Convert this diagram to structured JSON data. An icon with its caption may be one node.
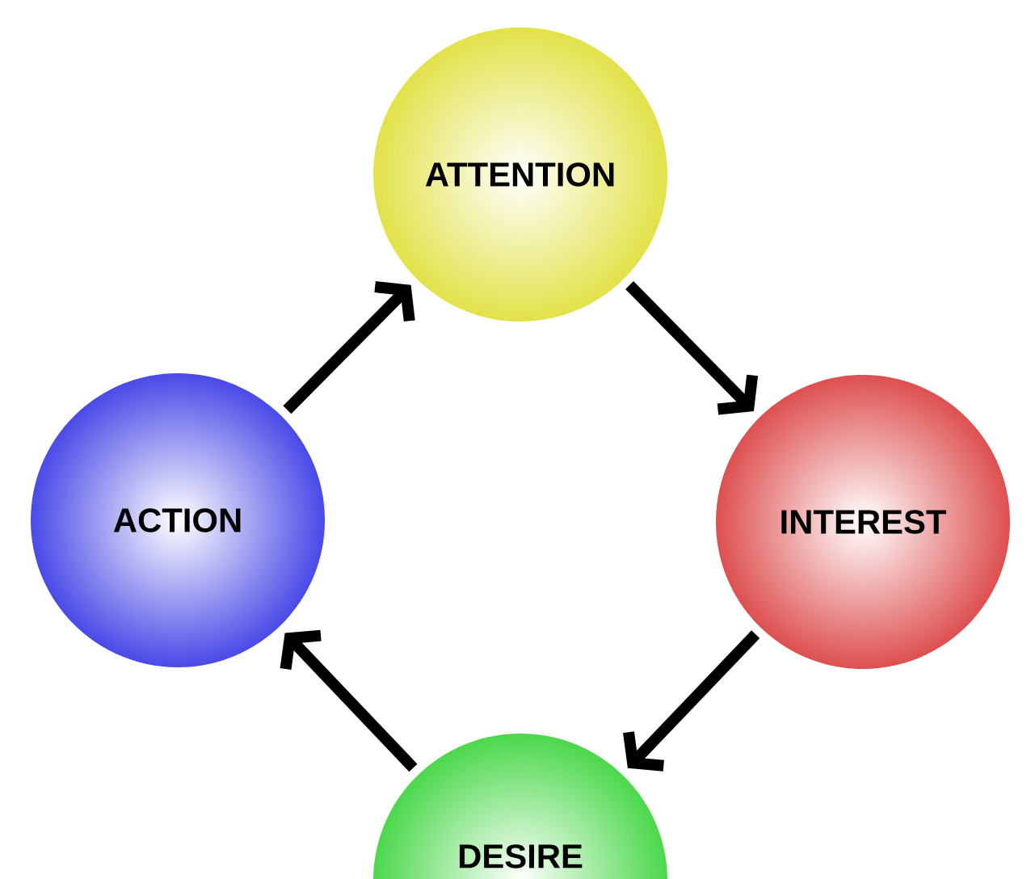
{
  "diagram": {
    "nodes": [
      {
        "text": [
          "ATTENTION"
        ]
      },
      {
        "text": [
          "INTEREST"
        ]
      },
      {
        "text": [
          "DESIRE"
        ]
      },
      {
        "text": [
          "ACTION"
        ]
      }
    ],
    "edges": [
      {
        "from": 3,
        "to": 0,
        "arrow": "to"
      },
      {
        "from": 0,
        "to": 1,
        "arrow": "to"
      },
      {
        "from": 1,
        "to": 2,
        "arrow": "to"
      },
      {
        "from": 2,
        "to": 3,
        "arrow": "to"
      }
    ]
  }
}
